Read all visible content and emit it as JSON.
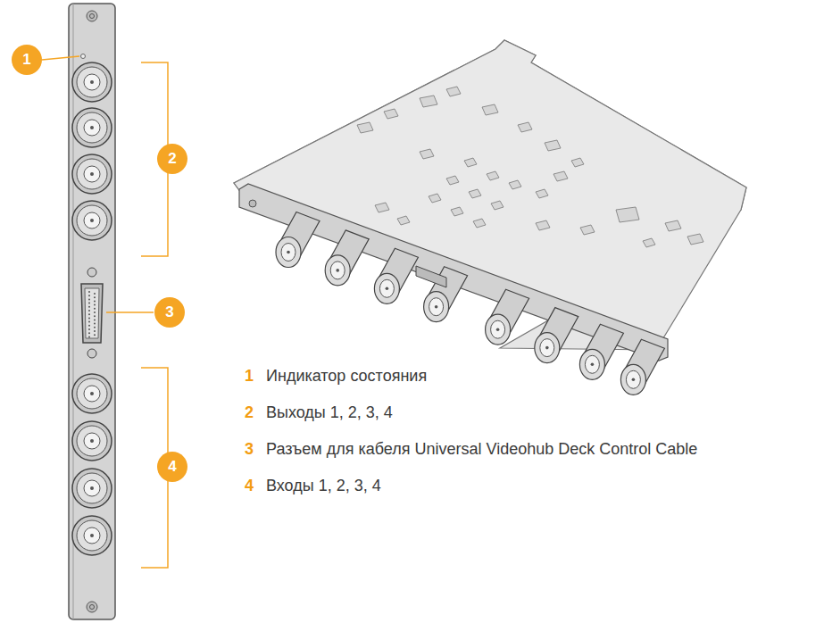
{
  "diagram": {
    "labels": [
      "1",
      "2",
      "3",
      "4",
      "1",
      "Индикатор состояния",
      "2",
      "Выходы 1, 2, 3, 4",
      "3",
      "Разъем для кабеля Universal Videohub Deck Control Cable",
      "4",
      "Входы 1, 2, 3, 4"
    ]
  }
}
